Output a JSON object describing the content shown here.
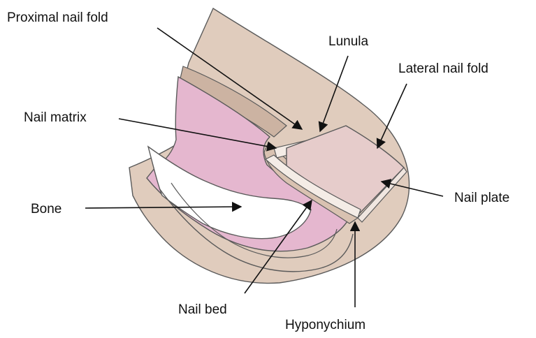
{
  "labels": {
    "proximal_nail_fold": "Proximal nail fold",
    "lunula": "Lunula",
    "lateral_nail_fold": "Lateral nail fold",
    "nail_matrix": "Nail matrix",
    "bone": "Bone",
    "nail_plate": "Nail plate",
    "nail_bed": "Nail bed",
    "hyponychium": "Hyponychium"
  },
  "colors": {
    "skin": "#e0ccbd",
    "skin_dark": "#ccb3a2",
    "tissue_pink": "#e5b7cf",
    "nail_plate": "#e6cccb",
    "lunula": "#f4ece6",
    "bone": "#ffffff",
    "ink": "#111111"
  }
}
